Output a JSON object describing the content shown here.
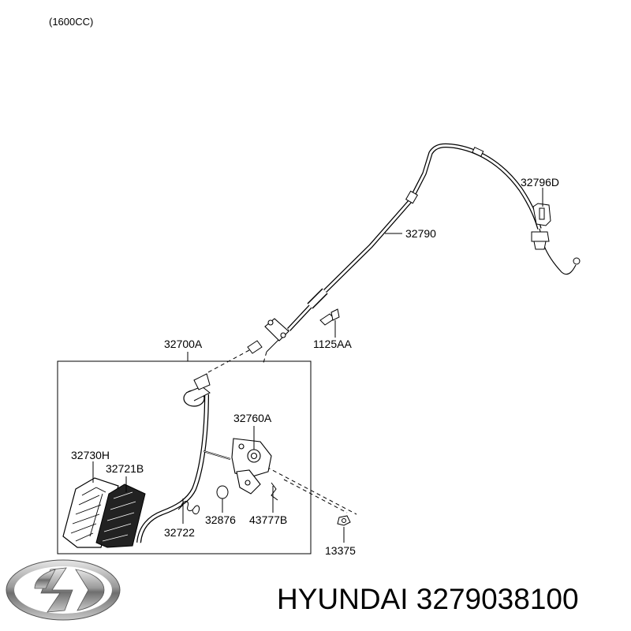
{
  "diagram": {
    "caption": "(1600CC)",
    "part_labels": {
      "p32796D": "32796D",
      "p32790": "32790",
      "p1125AA": "1125AA",
      "p32700A": "32700A",
      "p32760A": "32760A",
      "p32730H": "32730H",
      "p32721B": "32721B",
      "p32722": "32722",
      "p32876": "32876",
      "p43777B": "43777B",
      "p13375": "13375"
    }
  },
  "footer": {
    "brand_text": "HYUNDAI 3279038100",
    "logo": "hyundai-logo"
  }
}
